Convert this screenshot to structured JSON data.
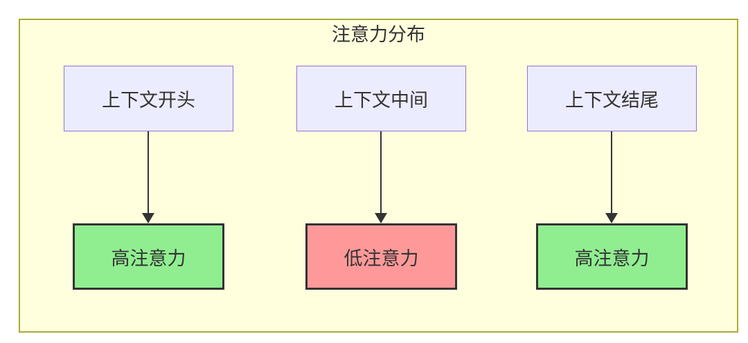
{
  "diagram": {
    "title": "注意力分布",
    "columns": [
      {
        "source": "上下文开头",
        "target": "高注意力",
        "attention_level": "high"
      },
      {
        "source": "上下文中间",
        "target": "低注意力",
        "attention_level": "low"
      },
      {
        "source": "上下文结尾",
        "target": "高注意力",
        "attention_level": "high"
      }
    ],
    "edges": [
      {
        "from": "上下文开头",
        "to": "高注意力"
      },
      {
        "from": "上下文中间",
        "to": "低注意力"
      },
      {
        "from": "上下文结尾",
        "to": "高注意力"
      }
    ],
    "colors": {
      "page_background": "#ffffff",
      "subgraph_fill": "#ffffde",
      "subgraph_border": "#aaaa33",
      "context_node_fill": "#ececff",
      "context_node_border": "#9370db",
      "high_attention_fill": "#90ee90",
      "low_attention_fill": "#ff9999",
      "attention_node_border": "#333333",
      "text": "#333333",
      "arrow": "#333333"
    }
  }
}
